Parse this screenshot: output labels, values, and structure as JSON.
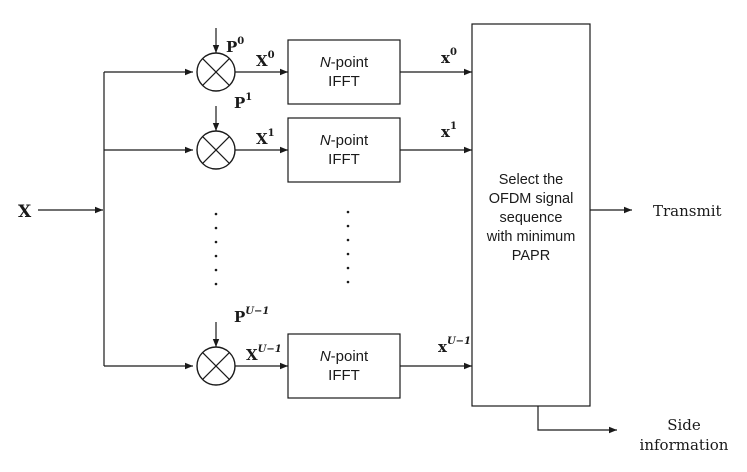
{
  "input": {
    "symbol": "X"
  },
  "branches": [
    {
      "phase_base": "P",
      "phase_sup": "0",
      "mod_base": "X",
      "mod_sup": "0",
      "fft_n": "N",
      "fft_line1_rest": "-point",
      "fft_line2": "IFFT",
      "out_base": "x",
      "out_sup": "0"
    },
    {
      "phase_base": "P",
      "phase_sup": "1",
      "mod_base": "X",
      "mod_sup": "1",
      "fft_n": "N",
      "fft_line1_rest": "-point",
      "fft_line2": "IFFT",
      "out_base": "x",
      "out_sup": "1"
    },
    {
      "phase_base": "P",
      "phase_sup": "U−1",
      "mod_base": "X",
      "mod_sup": "U−1",
      "fft_n": "N",
      "fft_line1_rest": "-point",
      "fft_line2": "IFFT",
      "out_base": "x",
      "out_sup": "U−1"
    }
  ],
  "selector": {
    "lines": [
      "Select the",
      "OFDM signal",
      "sequence",
      "with minimum",
      "PAPR"
    ]
  },
  "outputs": {
    "transmit": "Transmit",
    "side_line1": "Side",
    "side_line2": "information"
  }
}
